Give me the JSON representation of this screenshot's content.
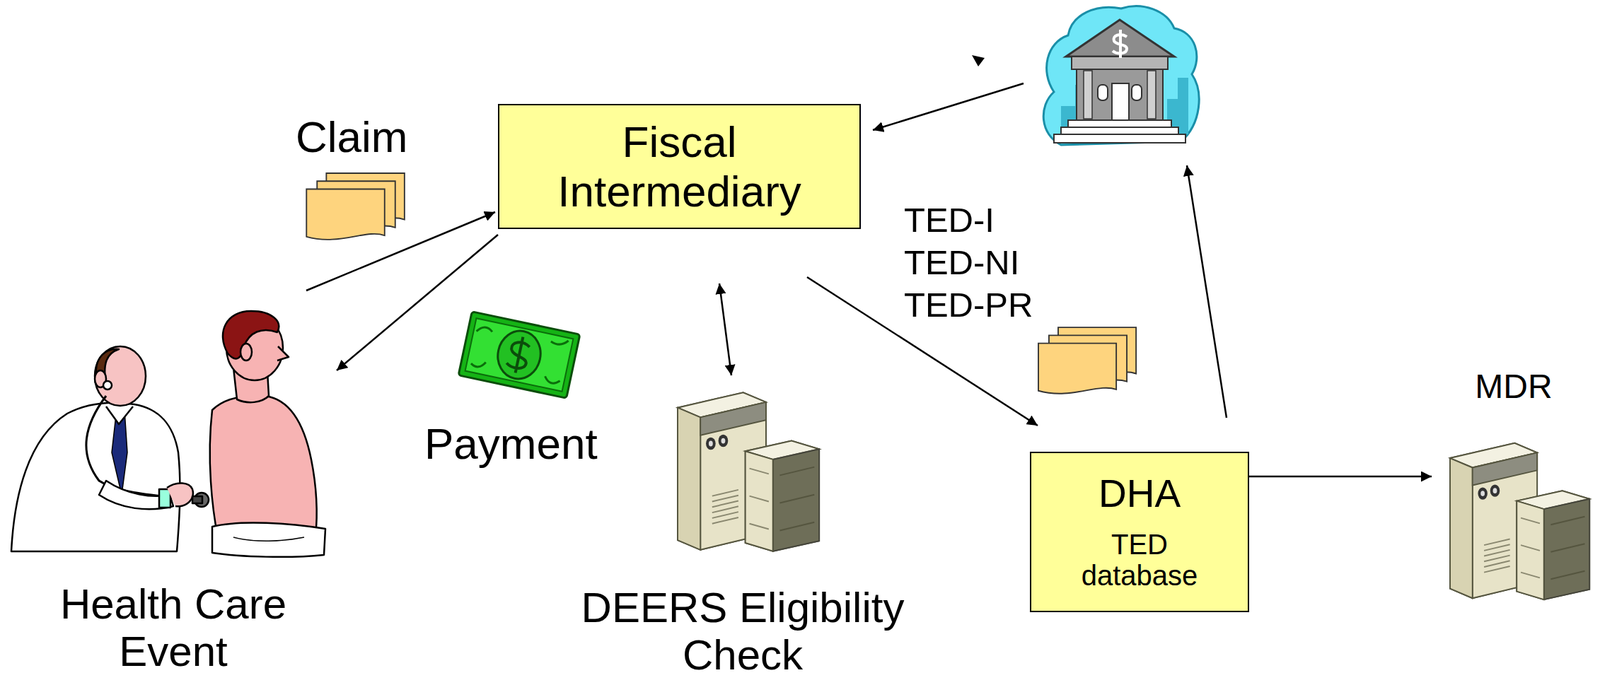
{
  "diagram": {
    "nodes": [
      {
        "text": [
          "Fiscal Intermediary"
        ]
      },
      {
        "text": [
          "DHA",
          "TED database"
        ]
      },
      {
        "text": [
          "Health Care Event"
        ]
      },
      {
        "text": [
          "DEERS Eligibility Check"
        ]
      },
      {
        "text": [
          "MDR"
        ]
      }
    ],
    "edges": [
      {
        "from": 2,
        "to": 0,
        "arrow": "to"
      },
      {
        "from": 0,
        "to": 2,
        "arrow": "to"
      },
      {
        "from": 0,
        "to": 3,
        "arrow": "both"
      },
      {
        "from": 0,
        "to": 1,
        "arrow": "to"
      },
      {
        "from": 1,
        "to": 4,
        "arrow": "to"
      }
    ],
    "labels": [
      "Claim",
      "Payment",
      "TED-I",
      "TED-NI",
      "TED-PR"
    ]
  }
}
